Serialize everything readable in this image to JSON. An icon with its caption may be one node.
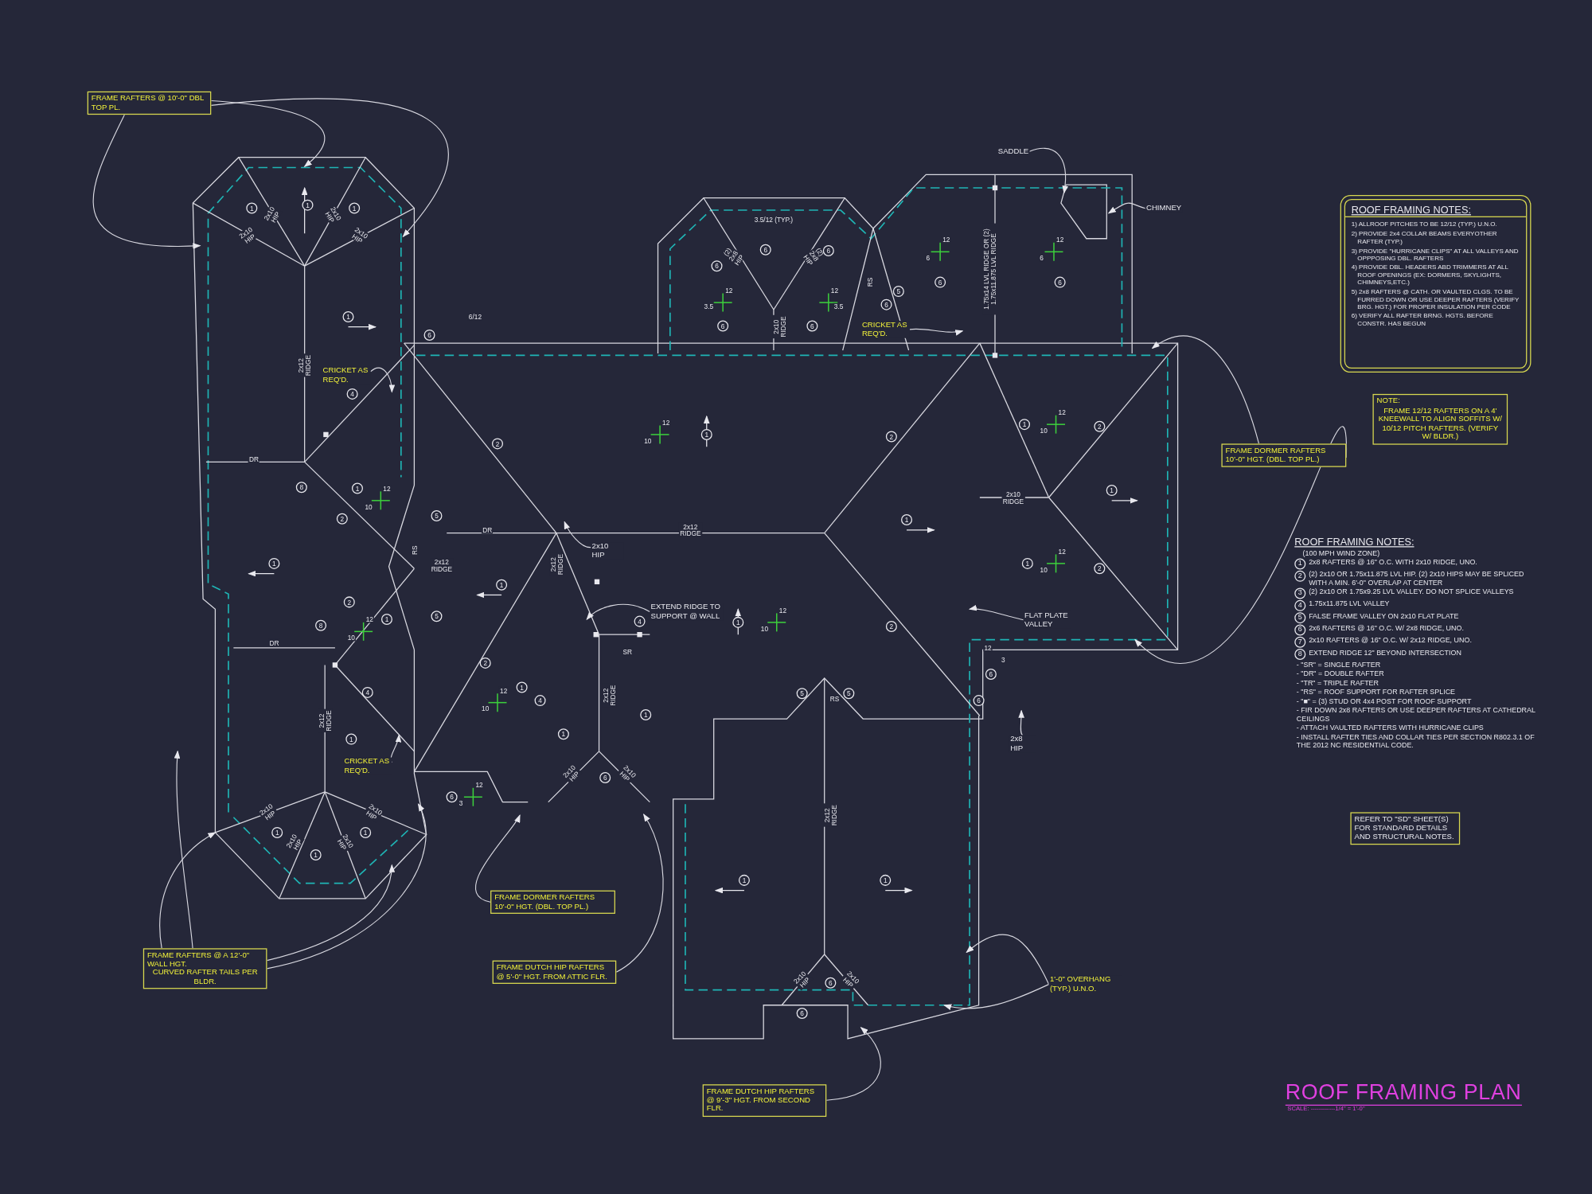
{
  "diagram": {
    "title": "ROOF FRAMING PLAN",
    "nodes": [
      {
        "text": [
          "FRAME RAFTERS @ 10'-0\" DBL TOP PL."
        ]
      },
      {
        "text": [
          "SADDLE"
        ]
      },
      {
        "text": [
          "CHIMNEY"
        ]
      },
      {
        "text": [
          "ROOF FRAMING NOTES:",
          "1) ALLROOF PITCHES TO BE 12/12 (TYP.) U.N.O.",
          "2) PROVIDE 2x4 COLLAR BEAMS EVERYOTHER RAFTER (TYP.)",
          "3) PROVIDE \"HURRICANE CLIPS\" AT ALL VALLEYS AND OPPPOSING DBL. RAFTERS",
          "4) PROVIDE DBL. HEADERS ABD TRIMMERS AT ALL ROOF OPENINGS (EX: DORMERS, SKYLIGHTS, CHIMNEYS,ETC.)",
          "5) 2x8 RAFTERS @ CATH. OR VAULTED CLGS. TO BE FURRED DOWN OR USE DEEPER RAFTERS (VERIFY BRG. HGT.) FOR PROPER INSULATION PER CODE",
          "6) VERIFY ALL RAFTER BRNG. HGTS. BEFORE CONSTR. HAS BEGUN"
        ]
      },
      {
        "text": [
          "NOTE:",
          "FRAME 12/12 RAFTERS ON A 4' KNEEWALL TO ALIGN SOFFITS W/ 10/12 PITCH RAFTERS. (VERIFY W/ BLDR.)"
        ]
      },
      {
        "text": [
          "CRICKET AS REQ'D."
        ]
      },
      {
        "text": [
          "CRICKET AS REQ'D."
        ]
      },
      {
        "text": [
          "FRAME DORMER RAFTERS 10'-0\" HGT. (DBL. TOP PL.)"
        ]
      },
      {
        "text": [
          "2x10 HIP"
        ]
      },
      {
        "text": [
          "EXTEND RIDGE TO SUPPORT @ WALL"
        ]
      },
      {
        "text": [
          "FLAT PLATE VALLEY"
        ]
      },
      {
        "text": [
          "2x8 HIP"
        ]
      },
      {
        "text": [
          "CRICKET AS REQ'D."
        ]
      },
      {
        "text": [
          "FRAME RAFTERS @ A 12'-0\" WALL HGT.",
          "CURVED RAFTER TAILS PER BLDR."
        ]
      },
      {
        "text": [
          "FRAME DORMER RAFTERS 10'-0\" HGT. (DBL. TOP PL.)"
        ]
      },
      {
        "text": [
          "FRAME DUTCH HIP RAFTERS @ 5'-0\" HGT. FROM ATTIC FLR."
        ]
      },
      {
        "text": [
          "1'-0\" OVERHANG (TYP.) U.N.O."
        ]
      },
      {
        "text": [
          "FRAME DUTCH HIP RAFTERS @ 9'-3\" HGT. FROM SECOND FLR."
        ]
      },
      {
        "text": [
          "REFER TO \"SD\" SHEET(S) FOR STANDARD DETAILS AND STRUCTURAL NOTES."
        ]
      }
    ],
    "edges": [
      {
        "from": 0,
        "to": null,
        "arrow": "to"
      },
      {
        "from": 0,
        "to": null,
        "arrow": "to"
      },
      {
        "from": 0,
        "to": null,
        "arrow": "to"
      },
      {
        "from": 1,
        "to": null,
        "arrow": "to"
      },
      {
        "from": 2,
        "to": null,
        "arrow": "to"
      },
      {
        "from": 5,
        "to": null,
        "arrow": "to"
      },
      {
        "from": 6,
        "to": null,
        "arrow": "to"
      },
      {
        "from": 7,
        "to": null,
        "arrow": "to"
      },
      {
        "from": 7,
        "to": null,
        "arrow": "to"
      },
      {
        "from": 8,
        "to": null,
        "arrow": "to"
      },
      {
        "from": 9,
        "to": null,
        "arrow": "to"
      },
      {
        "from": 10,
        "to": null,
        "arrow": "to"
      },
      {
        "from": 11,
        "to": null,
        "arrow": "to"
      },
      {
        "from": 12,
        "to": null,
        "arrow": "to"
      },
      {
        "from": 13,
        "to": null,
        "arrow": "to"
      },
      {
        "from": 13,
        "to": null,
        "arrow": "to"
      },
      {
        "from": 13,
        "to": null,
        "arrow": "to"
      },
      {
        "from": 13,
        "to": null,
        "arrow": "to"
      },
      {
        "from": 14,
        "to": null,
        "arrow": "to"
      },
      {
        "from": 15,
        "to": null,
        "arrow": "to"
      },
      {
        "from": 16,
        "to": null,
        "arrow": "to"
      },
      {
        "from": 16,
        "to": null,
        "arrow": "to"
      },
      {
        "from": 17,
        "to": null,
        "arrow": "to"
      }
    ],
    "labels": [
      "6/12",
      "1",
      "1",
      "1",
      "2x10 HIP",
      "2x10 HIP",
      "2x10 HIP",
      "2x10 HIP",
      "1",
      "6",
      "2x12 RIDGE",
      "4",
      "DR",
      "8",
      "1",
      "2",
      "5",
      "DR",
      "1",
      "RS",
      "2x12 RIDGE",
      "2x12 RIDGE",
      "1",
      "2",
      "5",
      "1",
      "8",
      "DR",
      "2",
      "1",
      "4",
      "4",
      "2x12 RIDGE",
      "1",
      "1",
      "2x12 RIDGE",
      "SR",
      "4",
      "1",
      "2x10 HIP",
      "6",
      "2x10 HIP",
      "6",
      "2x10 HIP",
      "2x10 HIP",
      "2x10 HIP",
      "2x10 HIP",
      "1",
      "1",
      "1",
      "3.5/12 (TYP.)",
      "6",
      "(2) 2x8 HIP",
      "(2) 2x8 HIP",
      "6",
      "6",
      "3.5",
      "3.5",
      "6",
      "2x10 RIDGE",
      "6",
      "RS",
      "5",
      "6",
      "1.75x14 LVL RIDGE OR (2) 1.75x11.875 LVL RIDGE",
      "6",
      "6",
      "2",
      "1",
      "2",
      "2x12 RIDGE",
      "1",
      "1",
      "2",
      "5",
      "RS",
      "5",
      "2x12 RIDGE",
      "1",
      "1",
      "2x10 HIP",
      "6",
      "2x10 HIP",
      "6",
      "1",
      "2",
      "2x10 RIDGE",
      "1",
      "1",
      "2",
      "12",
      "3",
      "6",
      "6",
      "12",
      "10",
      "12",
      "10",
      "12",
      "10",
      "12",
      "10",
      "12",
      "10",
      "12",
      "10",
      "12",
      "10",
      "12",
      "3",
      "12",
      "6",
      "12",
      "6",
      "12",
      "12",
      "ROOF FRAMING NOTES:",
      "(100 MPH WIND ZONE)",
      "1",
      "2x8 RAFTERS @ 16\" O.C. WITH 2x10 RIDGE, UNO.",
      "2",
      "(2) 2x10 OR 1.75x11.875 LVL HIP. (2) 2x10 HIPS MAY BE SPLICED WITH A MIN. 6'-0\" OVERLAP AT CENTER",
      "3",
      "(2) 2x10 OR 1.75x9.25 LVL VALLEY. DO NOT SPLICE VALLEYS",
      "4",
      "1.75x11.875 LVL VALLEY",
      "5",
      "FALSE FRAME VALLEY ON 2x10 FLAT PLATE",
      "6",
      "2x6 RAFTERS @ 16\" O.C. W/ 2x8 RIDGE, UNO.",
      "7",
      "2x10 RAFTERS @ 16\" O.C. W/ 2x12 RIDGE, UNO.",
      "8",
      "EXTEND RIDGE 12\" BEYOND INTERSECTION",
      "- \"SR\" = SINGLE RAFTER",
      "- \"DR\" = DOUBLE RAFTER",
      "- \"TR\" = TRIPLE RAFTER",
      "- \"RS\" = ROOF SUPPORT FOR RAFTER SPLICE",
      "- \"■\" = (3) STUD OR 4x4 POST FOR ROOF SUPPORT",
      "- FIR DOWN 2x8 RAFTERS OR USE DEEPER RAFTERS AT CATHEDRAL CEILINGS",
      "- ATTACH VAULTED RAFTERS WITH HURRICANE CLIPS",
      "- INSTALL RAFTER TIES AND COLLAR TIES PER SECTION R802.3.1 OF THE 2012 NC RESIDENTIAL CODE.",
      "SCALE: ------------1/4\" = 1'-0\""
    ]
  }
}
